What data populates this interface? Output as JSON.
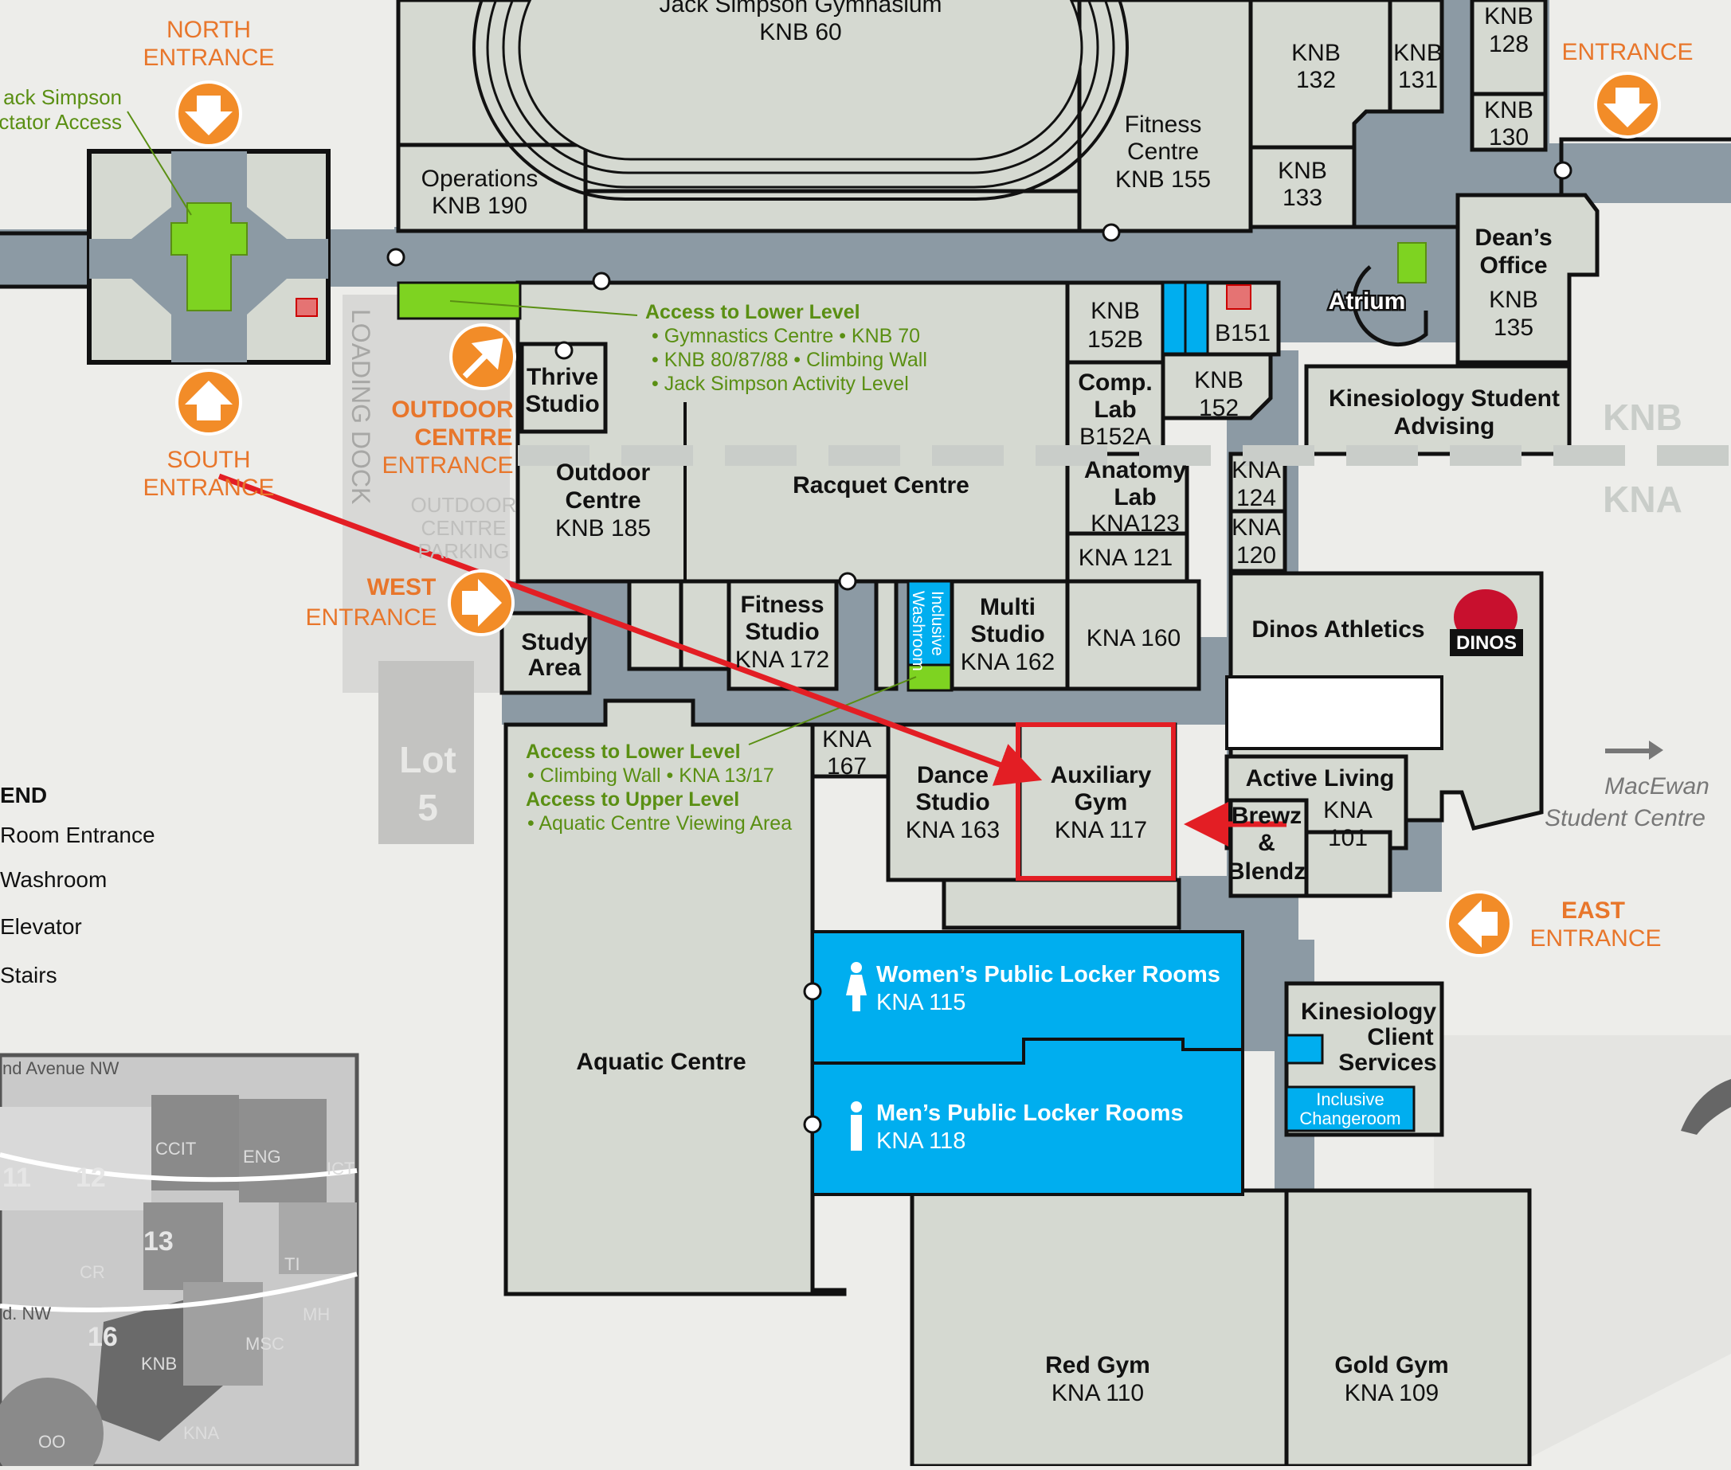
{
  "entrances": {
    "north": [
      "NORTH",
      "ENTRANCE"
    ],
    "south": [
      "SOUTH",
      "ENTRANCE"
    ],
    "west": [
      "WEST",
      "ENTRANCE"
    ],
    "outdoor": [
      "OUTDOOR",
      "CENTRE",
      "ENTRANCE"
    ],
    "east": [
      "EAST",
      "ENTRANCE"
    ],
    "northeast": "ENTRANCE"
  },
  "spectator": [
    "ack Simpson",
    "ctator Access"
  ],
  "loading_dock": "LOADING DOCK",
  "outdoor_parking": [
    "OUTDOOR",
    "CENTRE",
    "PARKING"
  ],
  "lot": [
    "Lot",
    "5"
  ],
  "rooms": {
    "gym_name": "Jack Simpson Gymnasium",
    "gym_code": "KNB 60",
    "operations": [
      "Operations",
      "KNB 190"
    ],
    "fitness_centre": [
      "Fitness",
      "Centre",
      "KNB 155"
    ],
    "knb132": [
      "KNB",
      "132"
    ],
    "knb131": [
      "KNB",
      "131"
    ],
    "knb128": [
      "KNB",
      "128"
    ],
    "knb130": [
      "KNB",
      "130"
    ],
    "knb133": [
      "KNB",
      "133"
    ],
    "deans": [
      "Dean’s",
      "Office",
      "KNB",
      "135"
    ],
    "atrium": "Atrium",
    "knb152b": [
      "KNB",
      "152B"
    ],
    "b151": "B151",
    "knb152": [
      "KNB",
      "152"
    ],
    "comp_lab": [
      "Comp.",
      "Lab",
      "B152A"
    ],
    "kin_advising": [
      "Kinesiology Student",
      "Advising"
    ],
    "thrive": [
      "Thrive",
      "Studio"
    ],
    "outdoor_centre": [
      "Outdoor",
      "Centre",
      "KNB 185"
    ],
    "racquet": "Racquet Centre",
    "anatomy": [
      "Anatomy",
      "Lab",
      "KNA123"
    ],
    "kna121": "KNA 121",
    "kna124": [
      "KNA",
      "124"
    ],
    "kna120": [
      "KNA",
      "120"
    ],
    "study": [
      "Study",
      "Area"
    ],
    "fitness_studio": [
      "Fitness",
      "Studio",
      "KNA 172"
    ],
    "inclusive_washroom": [
      "Inclusive",
      "Washroom"
    ],
    "multi_studio": [
      "Multi",
      "Studio",
      "KNA 162"
    ],
    "kna160": "KNA 160",
    "dinos_athletics": "Dinos Athletics",
    "dinos_logo": "DINOS",
    "kna167": [
      "KNA",
      "167"
    ],
    "dance": [
      "Dance",
      "Studio",
      "KNA 163"
    ],
    "auxiliary": [
      "Auxiliary",
      "Gym",
      "KNA 117"
    ],
    "active_living": [
      "Active Living",
      "KNA",
      "101"
    ],
    "brewz": [
      "Brewz",
      "&",
      "Blendz"
    ],
    "womens": [
      "Women’s Public Locker Rooms",
      "KNA 115"
    ],
    "mens": [
      "Men’s Public Locker Rooms",
      "KNA 118"
    ],
    "aquatic": "Aquatic Centre",
    "kin_client": [
      "Kinesiology",
      "Client",
      "Services"
    ],
    "inclusive_change": [
      "Inclusive",
      "Changeroom"
    ],
    "red_gym": [
      "Red Gym",
      "KNA 110"
    ],
    "gold_gym": [
      "Gold Gym",
      "KNA 109"
    ]
  },
  "zones": {
    "upper": "KNB",
    "lower": "KNA"
  },
  "macewan": [
    "MacEwan",
    "Student Centre"
  ],
  "access_top": {
    "title": "Access to Lower Level",
    "items": [
      "• Gymnastics Centre • KNB 70",
      "• KNB 80/87/88 • Climbing Wall",
      "• Jack Simpson Activity Level"
    ]
  },
  "access_mid": {
    "title1": "Access to Lower Level",
    "item1": "• Climbing Wall • KNA 13/17",
    "title2": "Access to Upper Level",
    "item2": "• Aquatic Centre Viewing Area"
  },
  "legend": {
    "title": "END",
    "items": [
      "Room Entrance",
      "Washroom",
      "Elevator",
      "Stairs"
    ]
  },
  "inset": {
    "street1": "nd Avenue NW",
    "street2": "d. NW",
    "labels": [
      "11",
      "12",
      "13",
      "16",
      "CCIT",
      "ENG",
      "ICT",
      "TI",
      "MH",
      "MSC",
      "KNB",
      "KNA",
      "OO",
      "CR"
    ]
  },
  "colors": {
    "orange": "#f28c28",
    "green": "#7ed321",
    "blue": "#00aeef",
    "corridor": "#8c9aa4",
    "room": "#d5d9d1",
    "highlight": "#e31e24"
  }
}
